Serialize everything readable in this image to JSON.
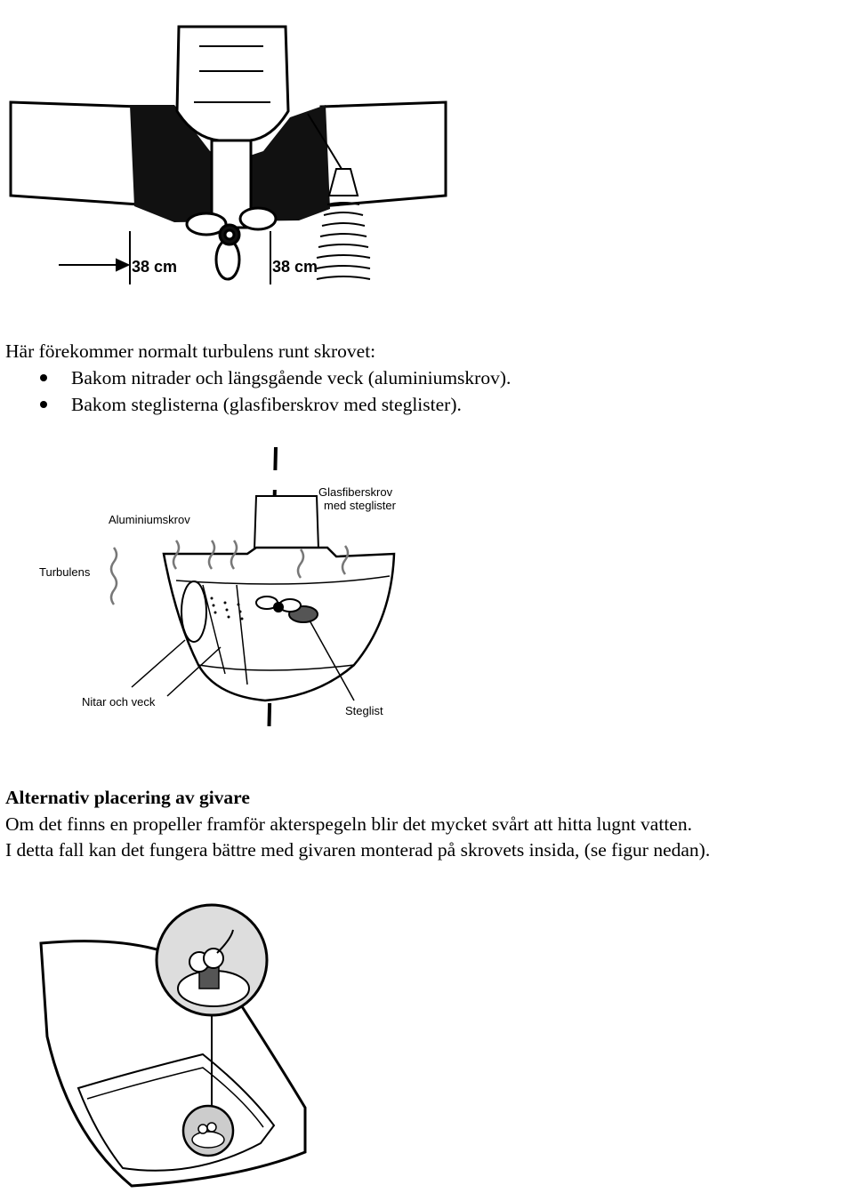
{
  "figure1": {
    "label_left": "38 cm",
    "label_right": "38 cm"
  },
  "intro_text": "Här förekommer normalt turbulens runt skrovet:",
  "bullets": [
    "Bakom nitrader och längsgående veck (aluminiumskrov).",
    "Bakom steglisterna (glasfiberskrov med steglister)."
  ],
  "figure2": {
    "label_glasfiber_1": "Glasfiberskrov",
    "label_glasfiber_2": "med steglister",
    "label_aluminium": "Aluminiumskrov",
    "label_turbulens": "Turbulens",
    "label_nitar": "Nitar och veck",
    "label_steglist": "Steglist"
  },
  "section": {
    "heading": "Alternativ placering av givare",
    "line1": "Om det finns en propeller framför akterspegeln blir det mycket svårt att hitta lugnt vatten.",
    "line2": "I detta fall kan det fungera bättre med givaren monterad på skrovets insida, (se figur nedan)."
  }
}
